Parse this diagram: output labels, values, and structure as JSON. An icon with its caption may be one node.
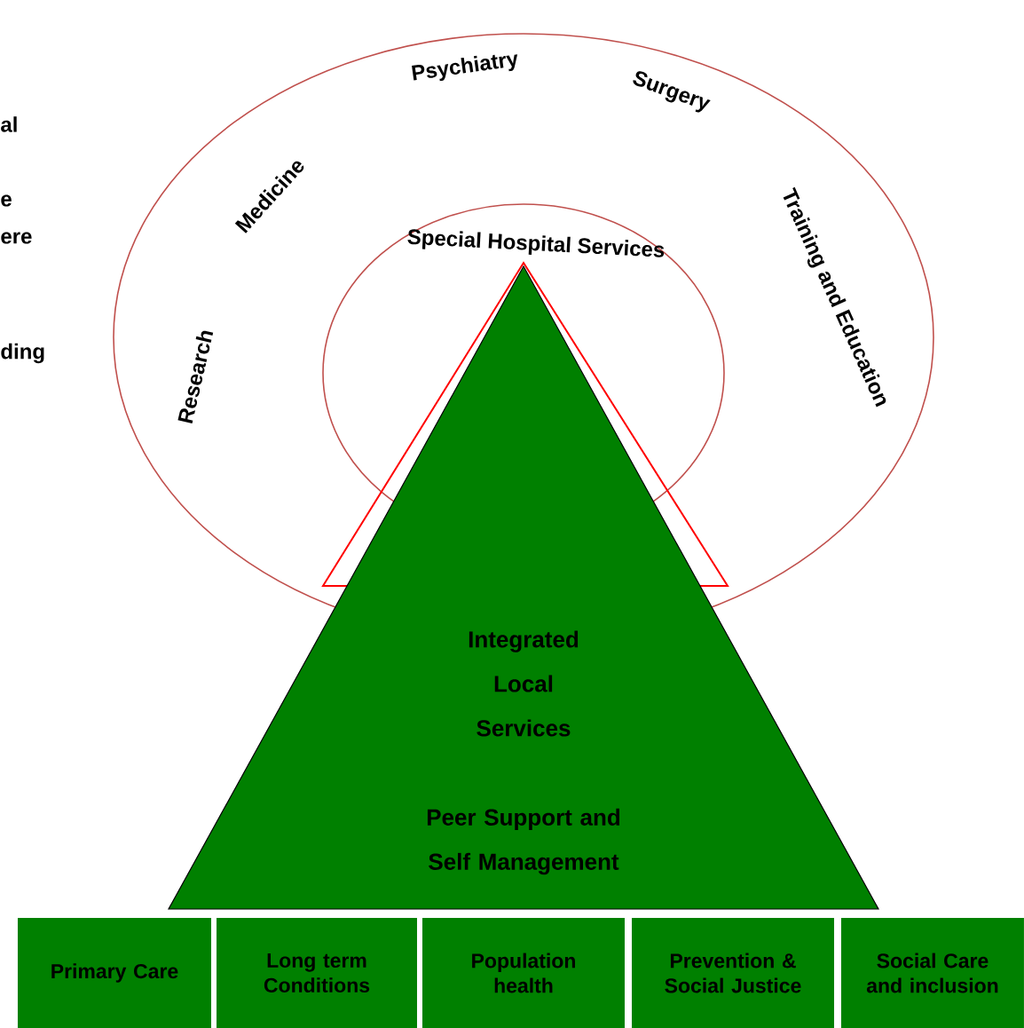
{
  "diagram": {
    "nodes": [
      {
        "text": [
          "Research",
          "Medicine",
          "Psychiatry",
          "Surgery",
          "Training and Education"
        ]
      },
      {
        "text": [
          "Special Hospital Services"
        ],
        "in": 0
      },
      {
        "text": [],
        "shape": "triangle"
      },
      {
        "text": [
          "Integrated Local Services",
          "Peer Support and Self Management"
        ]
      },
      {
        "text": [
          "Primary Care"
        ]
      },
      {
        "text": [
          "Long term Conditions"
        ]
      },
      {
        "text": [
          "Population health"
        ]
      },
      {
        "text": [
          "Prevention & Social Justice"
        ]
      },
      {
        "text": [
          "Social Care and inclusion"
        ]
      }
    ],
    "labels": [
      "al",
      "e",
      "ere",
      "ding"
    ]
  }
}
